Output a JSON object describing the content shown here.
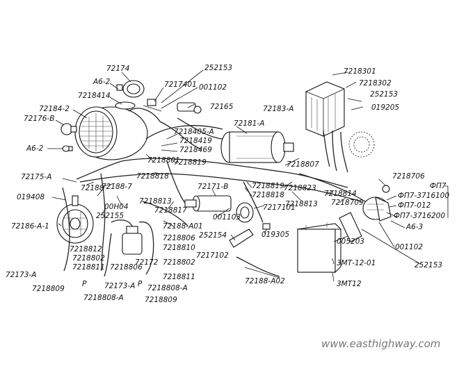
{
  "watermark": "www.easthighway.com",
  "labels": {
    "l72174": "72174",
    "l252153_top": "252153",
    "lA6_2_top": "А6-2",
    "l7217401": "7217401",
    "l001102_top": "001102",
    "l7218414": "7218414",
    "l72184_2": "72184-2",
    "l72165": "72165",
    "l72176_B": "72176-В",
    "l7218405_A": "7218405-А",
    "l7218419": "7218419",
    "l7218469": "7218469",
    "l72181_A": "72181-А",
    "lA6_2_left": "А6-2",
    "l7218801": "7218801",
    "l7218819": "7218819",
    "l72175_A": "72175-А",
    "l7218818": "7218818",
    "l7218807": "7218807",
    "l72188": "72188",
    "l72188_7": "72188-7",
    "l019408": "019408",
    "l7218813a": "7218813",
    "l00H04": "00Н04",
    "l72171_B": "72171-В",
    "l7218819b": "7218819",
    "l7218818b": "7218818",
    "l7218823": "7218823",
    "l7218814": "7218814",
    "l7218709": "7218709",
    "l7218813b": "7218813",
    "l252155": "252155",
    "l7218817": "7218817",
    "l72186_A_1": "72186-А-1",
    "l72188_A01": "72188-А01",
    "l001103": "001103",
    "l7217101": "7217101",
    "l252154": "252154",
    "l019305": "019305",
    "l7218812": "7218812",
    "l7218806a": "7218806",
    "l7218810": "7218810",
    "l7218802a": "7218802",
    "l7218811a": "7218811",
    "l72172": "72172",
    "l7218806b": "7218806",
    "l7218802b": "7218802",
    "l7217102": "7217102",
    "l72173_A_left": "72173-А",
    "l7218809_left": "7218809",
    "l7218808_A_left": "7218808-А",
    "l7218811b": "7218811",
    "l72173_A_mid": "72173-А",
    "l7218808_A_right": "7218808-А",
    "l7218809_right": "7218809",
    "l72188_A02": "72188-А02",
    "l7218301": "7218301",
    "l7218302": "7218302",
    "l252153_right": "252153",
    "l72183_A": "72183-А",
    "l019205": "019205",
    "l7218706": "7218706",
    "lFP7": "ФП7",
    "lFP7_3716100": "ФП7-3716100",
    "lFP7_012": "ФП7-012",
    "lFP7_3716200": "ФП7-3716200",
    "lA6_3": "А6-3",
    "l005203": "005203",
    "l001102_right": "001102",
    "l3MT12_01": "3МТ-12-01",
    "l252153_bottom": "252153",
    "l3MT12": "3МТ12",
    "lP_left": "Р",
    "lP_right": "Р"
  }
}
